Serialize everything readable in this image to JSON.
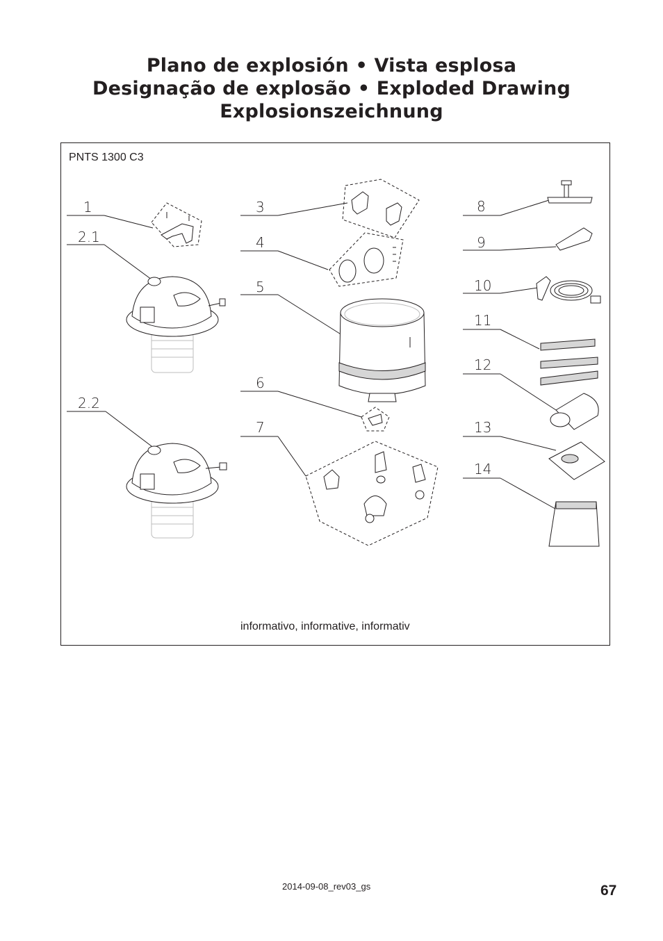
{
  "title": {
    "line1": "Plano de explosión • Vista esplosa",
    "line2": "Designação de explosão • Exploded Drawing",
    "line3": "Explosionszeichnung"
  },
  "model": "PNTS 1300 C3",
  "note": "informativo, informative, informativ",
  "parts": {
    "p1": "1",
    "p2_1": "2.1",
    "p2_2": "2.2",
    "p3": "3",
    "p4": "4",
    "p5": "5",
    "p6": "6",
    "p7": "7",
    "p8": "8",
    "p9": "9",
    "p10": "10",
    "p11": "11",
    "p12": "12",
    "p13": "13",
    "p14": "14"
  },
  "footer": {
    "date": "2014-09-08_rev03_gs",
    "page": "67"
  }
}
